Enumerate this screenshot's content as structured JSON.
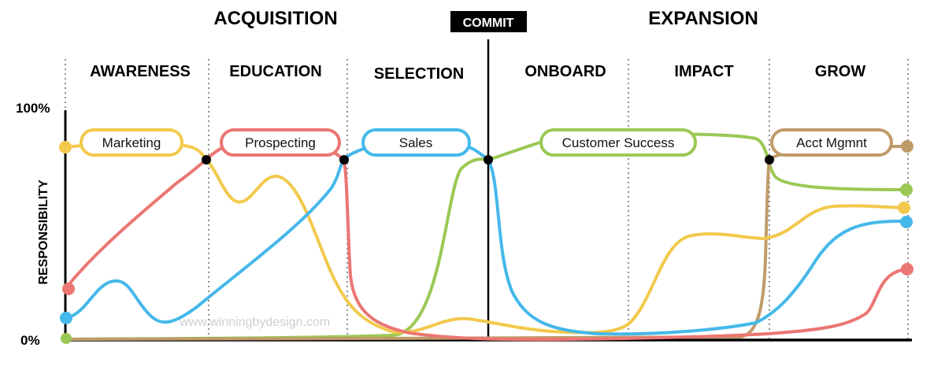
{
  "phases": {
    "acquisition": "ACQUISITION",
    "commit": "COMMIT",
    "expansion": "EXPANSION"
  },
  "stages": [
    "AWARENESS",
    "EDUCATION",
    "SELECTION",
    "ONBOARD",
    "IMPACT",
    "GROW"
  ],
  "axis": {
    "ylabel": "RESPONSIBILITY",
    "top": "100%",
    "bottom": "0%"
  },
  "roles": {
    "marketing": "Marketing",
    "prospecting": "Prospecting",
    "sales": "Sales",
    "customer_success": "Customer Success",
    "acct_mgmt": "Acct Mgmnt"
  },
  "watermark": "www.winningbydesign.com",
  "colors": {
    "marketing": "#f2c94c",
    "prospecting": "#eb7672",
    "sales": "#45b8ea",
    "customer_success": "#9bc855",
    "acct_mgmt": "#c09b6a"
  }
}
